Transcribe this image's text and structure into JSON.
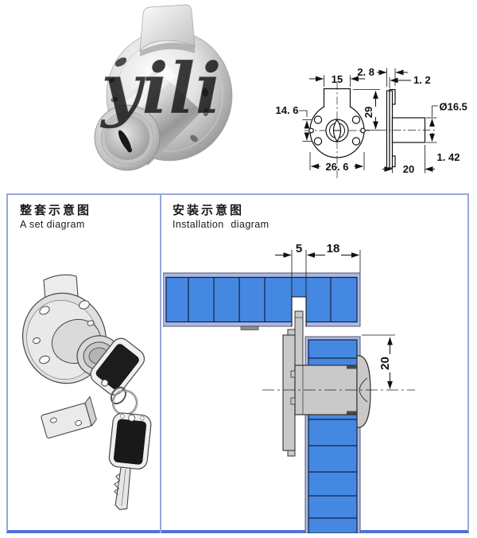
{
  "photo": {
    "watermark": "yili"
  },
  "tech_front": {
    "tab_width": "15",
    "hole_spacing": "14. 6",
    "height": "29",
    "diameter": "26. 6"
  },
  "tech_side": {
    "total_thickness": "2. 8",
    "plate_thickness": "1. 2",
    "cylinder_diameter": "Ø16.5",
    "step": "1. 42",
    "cylinder_length": "20"
  },
  "set_panel": {
    "title_zh": "整套示意图",
    "title_en": "A set diagram"
  },
  "install_panel": {
    "title_zh": "安装示意图",
    "title_en": "Installation diagram",
    "notch_width": "5",
    "edge_offset": "18",
    "center_depth": "20"
  },
  "colors": {
    "panel_blue": "#4488e2",
    "panel_edge": "#a9b7ea",
    "frame_border": "#97a6dd",
    "frame_bottom": "#4e74d0",
    "metal_gray": "#c9c9c9",
    "line": "#111111"
  }
}
